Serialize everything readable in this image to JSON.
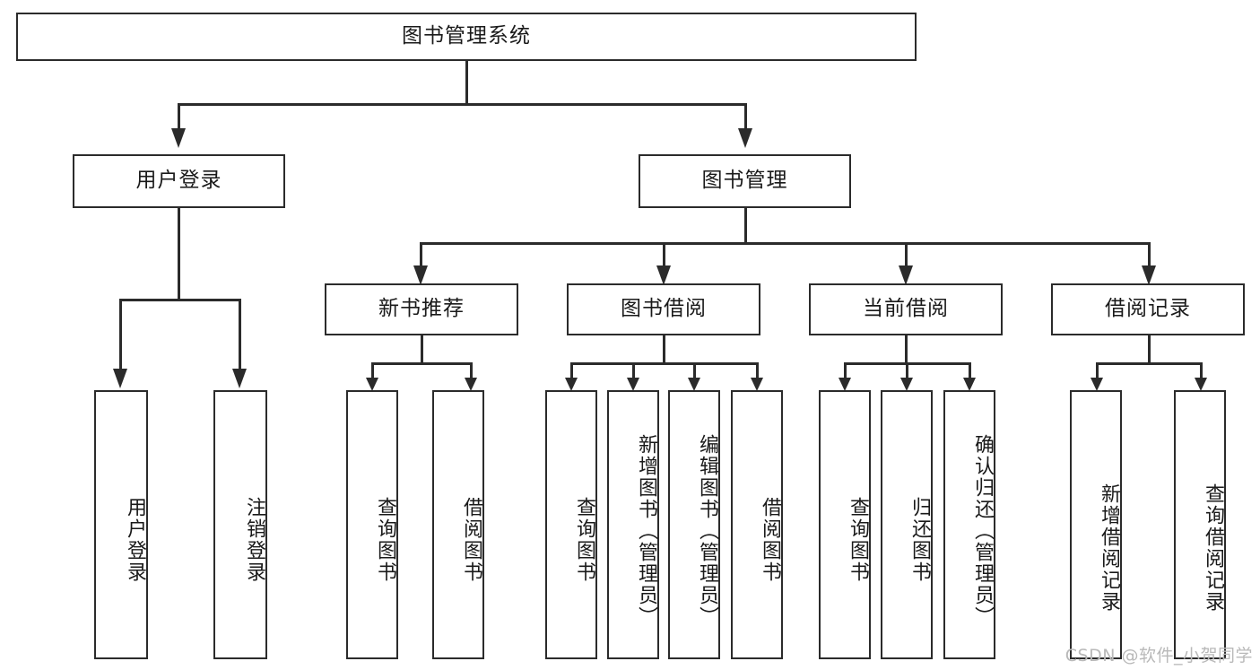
{
  "diagram": {
    "type": "tree-hierarchy",
    "title": "图书管理系统",
    "orientation": "top-down",
    "colors": {
      "stroke": "#2b2b2b",
      "fill": "#ffffff",
      "text": "#1a1a1a",
      "watermark": "#b9b9b9"
    },
    "root": {
      "label": "图书管理系统"
    },
    "level2": [
      {
        "label": "用户登录"
      },
      {
        "label": "图书管理"
      }
    ],
    "level3": [
      {
        "label": "新书推荐"
      },
      {
        "label": "图书借阅"
      },
      {
        "label": "当前借阅"
      },
      {
        "label": "借阅记录"
      }
    ],
    "leaves": {
      "user_login": [
        {
          "label": "用户登录"
        },
        {
          "label": "注销登录"
        }
      ],
      "new_book_recommend": [
        {
          "label": "查询图书"
        },
        {
          "label": "借阅图书"
        }
      ],
      "book_borrow": [
        {
          "label": "查询图书"
        },
        {
          "label": "新增图书（管理员）"
        },
        {
          "label": "编辑图书（管理员）"
        },
        {
          "label": "借阅图书"
        }
      ],
      "current_borrow": [
        {
          "label": "查询图书"
        },
        {
          "label": "归还图书"
        },
        {
          "label": "确认归还（管理员）"
        }
      ],
      "borrow_record": [
        {
          "label": "新增借阅记录"
        },
        {
          "label": "查询借阅记录"
        }
      ]
    }
  },
  "watermark": {
    "text": "CSDN @软件_小贺同学"
  }
}
